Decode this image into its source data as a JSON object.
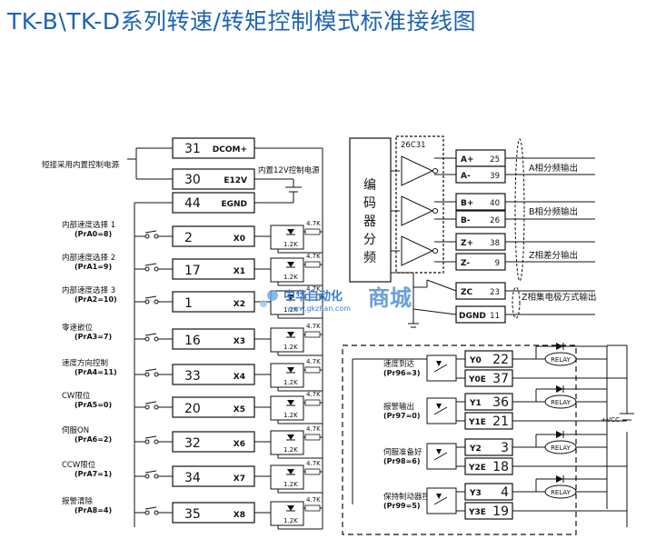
{
  "title": "TK-B\\TK-D系列转速/转矩控制模式标准接线图",
  "top_terminals": [
    {
      "num": "31",
      "sig": "DCOM+"
    },
    {
      "num": "30",
      "sig": "E12V"
    },
    {
      "num": "44",
      "sig": "EGND"
    }
  ],
  "short_note": "短接采用内置控制电源",
  "internal_power_note": "内置12V控制电源",
  "inputs": [
    {
      "label": "内部速度选择 1",
      "pr": "(PrA0=8)",
      "num": "2",
      "sig": "X0"
    },
    {
      "label": "内部速度选择 2",
      "pr": "(PrA1=9)",
      "num": "17",
      "sig": "X1"
    },
    {
      "label": "内部速度选择 3",
      "pr": "(PrA2=10)",
      "num": "1",
      "sig": "X2"
    },
    {
      "label": "零速嵌位",
      "pr": "(PrA3=7)",
      "num": "16",
      "sig": "X3"
    },
    {
      "label": "速度方向控制",
      "pr": "(PrA4=11)",
      "num": "33",
      "sig": "X4"
    },
    {
      "label": "CW限位",
      "pr": "(PrA5=0)",
      "num": "20",
      "sig": "X5"
    },
    {
      "label": "伺服ON",
      "pr": "(PrA6=2)",
      "num": "32",
      "sig": "X6"
    },
    {
      "label": "CCW限位",
      "pr": "(PrA7=1)",
      "num": "34",
      "sig": "X7"
    },
    {
      "label": "报警清除",
      "pr": "(PrA8=4)",
      "num": "35",
      "sig": "X8"
    }
  ],
  "resistor_47k": "4.7K",
  "resistor_12k": "1.2K",
  "encoder_label": "编码器分频",
  "driver_chip": "26C31",
  "encoder_pins": [
    {
      "sig": "A+",
      "num": "25"
    },
    {
      "sig": "A-",
      "num": "39"
    },
    {
      "sig": "B+",
      "num": "40"
    },
    {
      "sig": "B-",
      "num": "26"
    },
    {
      "sig": "Z+",
      "num": "38"
    },
    {
      "sig": "Z-",
      "num": "9"
    }
  ],
  "encoder_outputs": [
    "A相分频输出",
    "B相分频输出",
    "Z相差分输出"
  ],
  "zc": {
    "sig": "ZC",
    "num": "23"
  },
  "dgnd": {
    "sig": "DGND",
    "num": "11"
  },
  "zc_note": "Z相集电极方式输出",
  "outputs": [
    {
      "label": "速度到达",
      "pr": "(Pr96=3)",
      "pos": {
        "sig": "Y0",
        "num": "22"
      },
      "neg": {
        "sig": "Y0E",
        "num": "37"
      }
    },
    {
      "label": "报警输出",
      "pr": "(Pr97=0)",
      "pos": {
        "sig": "Y1",
        "num": "36"
      },
      "neg": {
        "sig": "Y1E",
        "num": "21"
      }
    },
    {
      "label": "伺服准备好",
      "pr": "(Pr98=6)",
      "pos": {
        "sig": "Y2",
        "num": "3"
      },
      "neg": {
        "sig": "Y2E",
        "num": "18"
      }
    },
    {
      "label": "保持制动器控制输出",
      "pr": "(Pr99=5)",
      "pos": {
        "sig": "Y3",
        "num": "4"
      },
      "neg": {
        "sig": "Y3E",
        "num": "19"
      }
    }
  ],
  "relay_label": "RELAY",
  "vcc_label": "+VCC",
  "watermark": {
    "brand": "中华自动化",
    "shop": "商城",
    "site": "www.gkzhan.com"
  }
}
